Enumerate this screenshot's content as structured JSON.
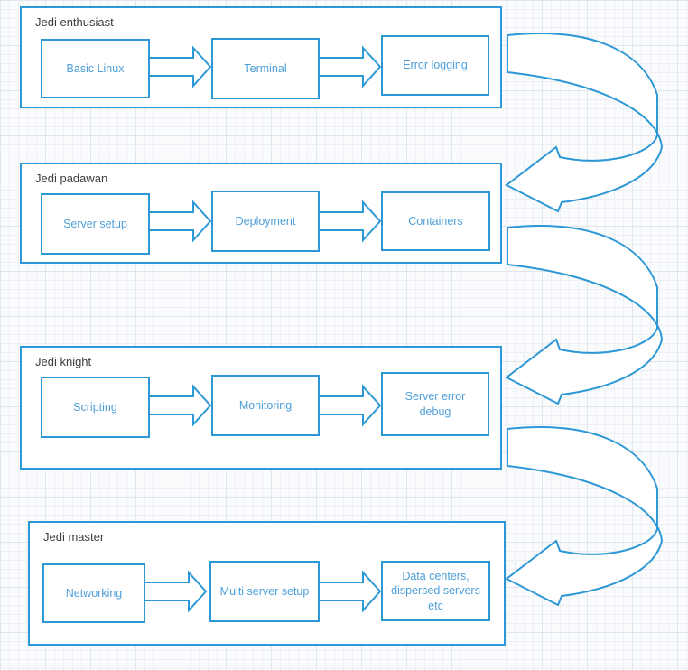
{
  "diagram": {
    "stages": [
      {
        "title": "Jedi enthusiast",
        "boxes": [
          "Basic Linux",
          "Terminal",
          "Error logging"
        ]
      },
      {
        "title": "Jedi padawan",
        "boxes": [
          "Server setup",
          "Deployment",
          "Containers"
        ]
      },
      {
        "title": "Jedi knight",
        "boxes": [
          "Scripting",
          "Monitoring",
          "Server error debug"
        ]
      },
      {
        "title": "Jedi master",
        "boxes": [
          "Networking",
          "Multi server setup",
          "Data centers, dispersed servers etc"
        ]
      }
    ],
    "connections": [
      {
        "from": "Jedi enthusiast",
        "to": "Jedi padawan",
        "type": "curved-loop-arrow"
      },
      {
        "from": "Jedi padawan",
        "to": "Jedi knight",
        "type": "curved-loop-arrow"
      },
      {
        "from": "Jedi knight",
        "to": "Jedi master",
        "type": "curved-loop-arrow"
      }
    ],
    "colors": {
      "shape_stroke": "#2d98d6",
      "shape_fill": "#ffffff",
      "node_text": "#4e9fd9",
      "stage_label_text": "#3d3d3d",
      "canvas_grid": "#e2e5e9"
    }
  }
}
